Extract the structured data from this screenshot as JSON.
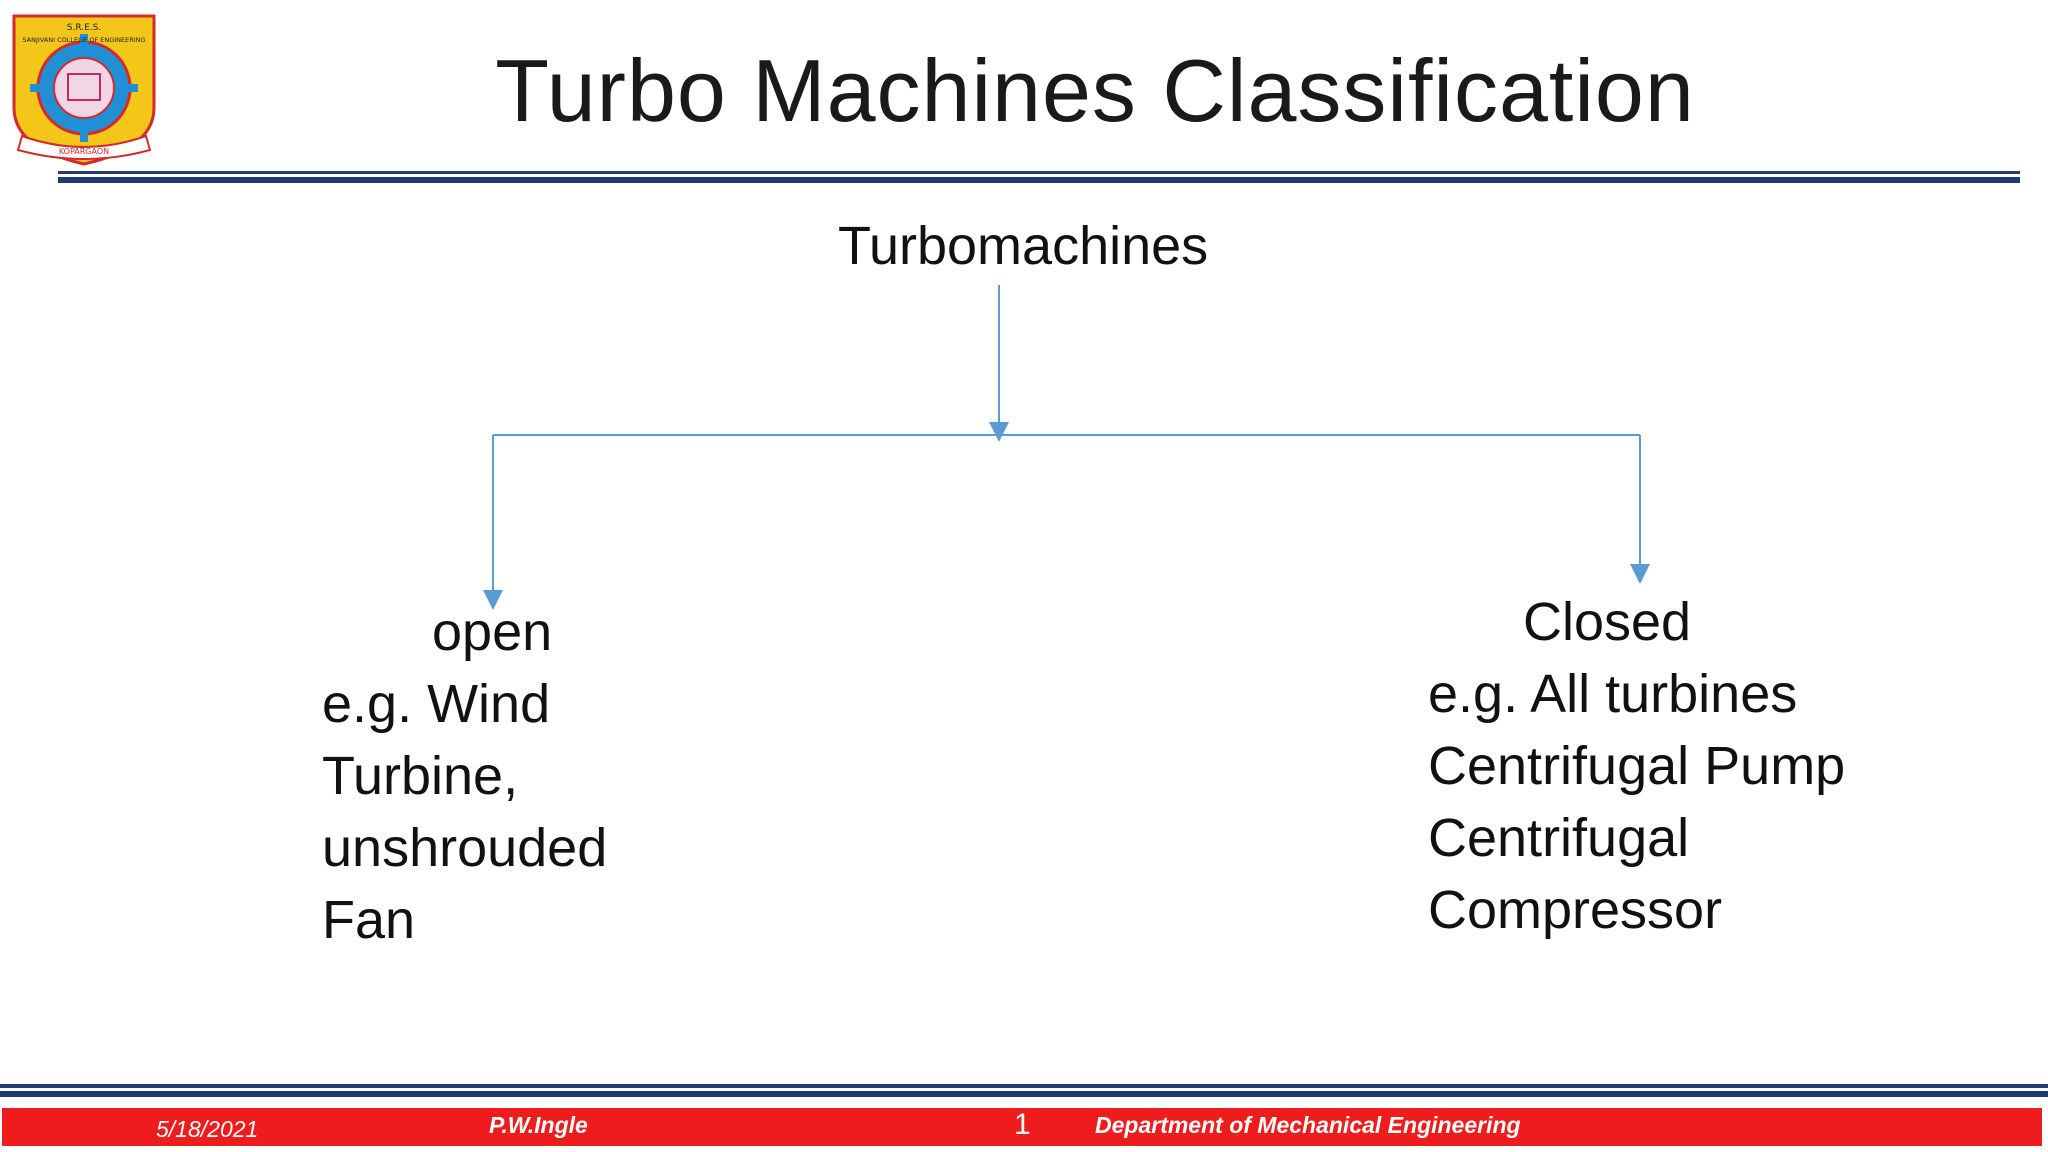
{
  "slide": {
    "title": "Turbo Machines Classification",
    "logo": {
      "top_text": "S.R.E.S.",
      "ring_text": "SANJIVANI COLLEGE OF ENGINEERING",
      "ribbon_text": "KOPARGAON"
    }
  },
  "diagram": {
    "root": "Turbomachines",
    "left": {
      "heading": "open",
      "lines": [
        "e.g. Wind",
        "Turbine,",
        "unshrouded",
        "Fan"
      ]
    },
    "right": {
      "heading": "Closed",
      "lines": [
        "e.g. All turbines",
        "Centrifugal Pump",
        "Centrifugal",
        "Compressor"
      ]
    },
    "connector_color": "#5b9bd5"
  },
  "footer": {
    "date": "5/18/2021",
    "author": "P.W.Ingle",
    "page": "1",
    "department": "Department of Mechanical Engineering",
    "bar_color": "#ee1c1c"
  }
}
